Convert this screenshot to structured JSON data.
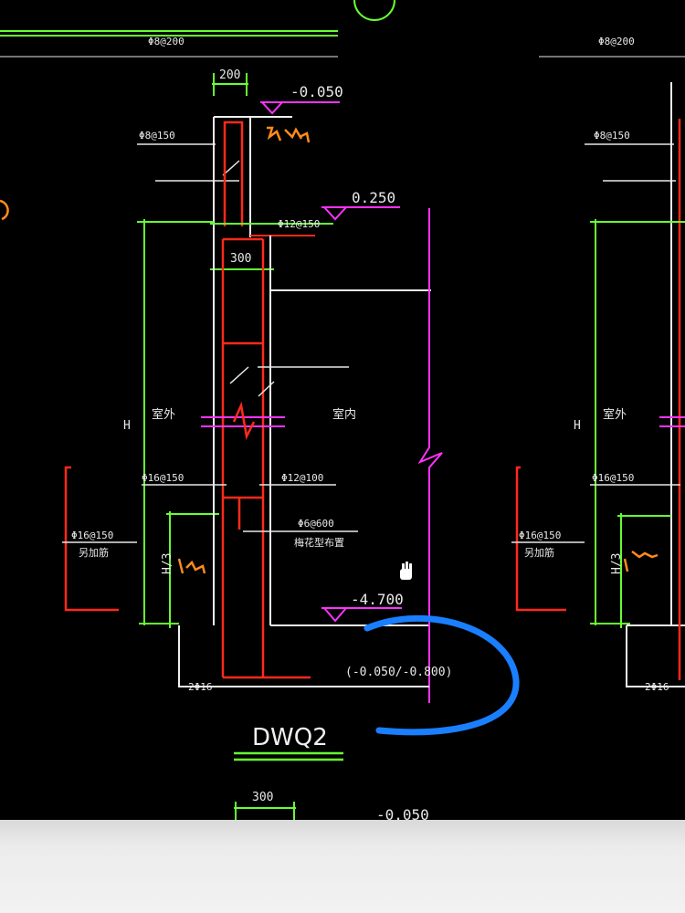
{
  "labels": {
    "top_spacing_left": "Φ8@200",
    "top_spacing_right": "Φ8@200",
    "dim_200": "200",
    "elev_top": "-0.050",
    "rebar_8_150_left": "Φ8@150",
    "rebar_8_150_right": "Φ8@150",
    "elev_0250": "0.250",
    "rebar_12_150": "Φ12@150",
    "dim_300": "300",
    "outside_left": "室外",
    "outside_right": "室外",
    "inside": "室内",
    "h_left": "H",
    "h_right": "H",
    "rebar_16_150_left": "Φ16@150",
    "rebar_16_150_right": "Φ16@150",
    "rebar_12_100": "Φ12@100",
    "rebar_6_600": "Φ6@600",
    "plum_layout": "梅花型布置",
    "add_16_150_left": "Φ16@150",
    "add_16_150_right": "Φ16@150",
    "add_rebar_left": "另加筋",
    "add_rebar_right": "另加筋",
    "h3_left": "H/3",
    "h3_right": "H/3",
    "elev_4700": "-4.700",
    "elev_range": "(-0.050/-0.800)",
    "bar_2_16_left": "2Φ16",
    "bar_2_16_right": "2Φ16",
    "title": "DWQ2",
    "dim_300_bottom": "300",
    "elev_bottom": "-0.050"
  },
  "colors": {
    "background": "#000000",
    "wall": "#f0f0f0",
    "rebar": "#ff2a1a",
    "dimension": "#66ff33",
    "elevation": "#ff33ff",
    "annotation_orange": "#ff8c1a",
    "pen_mark": "#1a7fff"
  }
}
